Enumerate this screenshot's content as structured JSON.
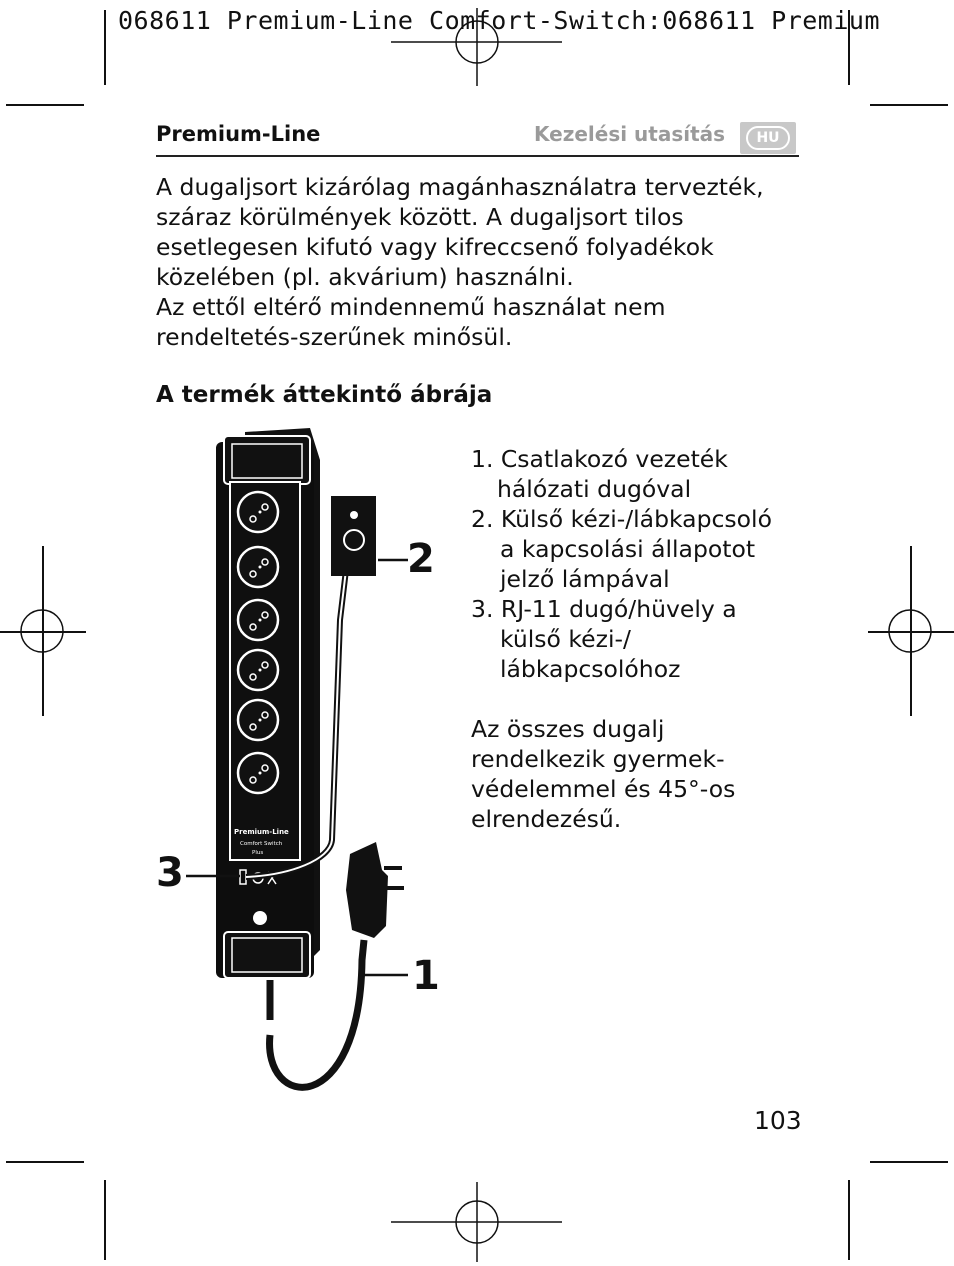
{
  "slug_line": "068611 Premium-Line Comfort-Switch:068611 Premium",
  "header": {
    "left": "Premium-Line",
    "right": "Kezelési utasítás",
    "lang_badge": "HU"
  },
  "intro_lines": [
    "A dugaljsort kizárólag magánhasználatra tervezték,",
    "száraz körülmények között. A dugaljsort tilos",
    "esetlegesen kifutó vagy kifreccsenő folyadékok",
    "közelében (pl. akvárium) használni.",
    "Az ettől eltérő mindennemű használat nem",
    "rendeltetés-szerűnek minősül."
  ],
  "section_title": "A termék áttekintő ábrája",
  "legend_lines": [
    "1. Csatlakozó vezeték",
    "hálózati dugóval",
    "2. Külső kézi-/lábkapcsoló",
    "a kapcsolási állapotot",
    "jelző lámpával",
    "3. RJ-11 dugó/hüvely a",
    "külső kézi-/",
    "lábkapcsolóhoz"
  ],
  "note_lines": [
    "Az összes dugalj",
    "rendelkezik gyermek-",
    "védelemmel és 45°-os",
    "elrendezésű."
  ],
  "figure": {
    "device_label_line1": "Premium-Line",
    "device_label_line2": "Comfort Switch",
    "device_label_line3": "Plus",
    "callout_1": "1",
    "callout_2": "2",
    "callout_3": "3"
  },
  "page_number": "103"
}
